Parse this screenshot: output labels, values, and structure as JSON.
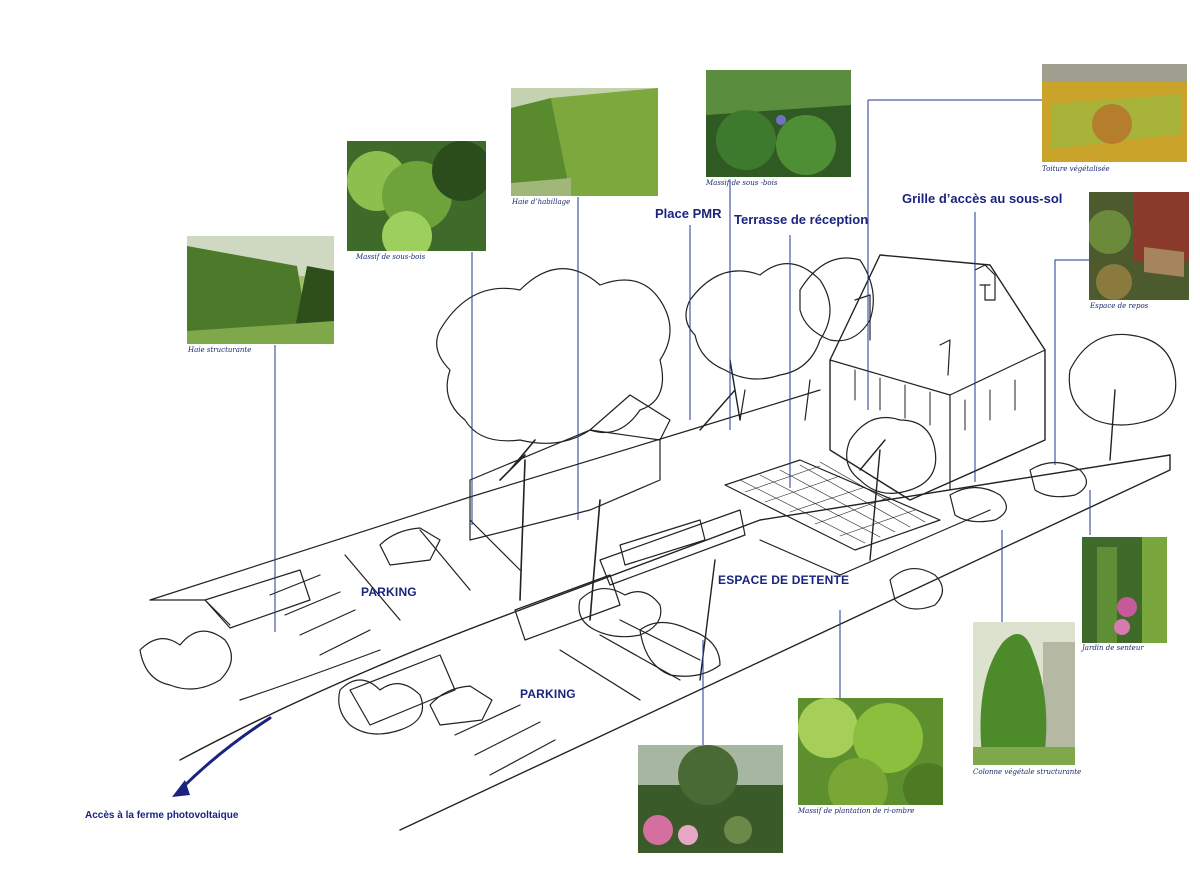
{
  "colors": {
    "accent": "#1a237e",
    "line": "#1f3a93",
    "ink": "#222222"
  },
  "labels": {
    "place_pmr": "Place PMR",
    "terrasse": "Terrasse de réception",
    "grille": "Grille d’accès au sous-sol",
    "parking_1": "PARKING",
    "parking_2": "PARKING",
    "espace_detente": "ESPACE DE DETENTE",
    "acces_ferme": "Accès à la ferme photovoltaique"
  },
  "photos": {
    "haie_structurante": "Haie structurante",
    "massif_sous_bois_1": "Massif de sous-bois",
    "haie_habillage": "Haie d’habillage",
    "massif_sous_bois_2": "Massif de sous -bois",
    "toiture": "Toiture végétalisée",
    "espace_repos": "Espace de repos",
    "jardin_senteur": "Jardin de senteur",
    "colonne": "Colonne végétale structurante",
    "massif_rive": "Massif de plantation de ri-ombre"
  }
}
